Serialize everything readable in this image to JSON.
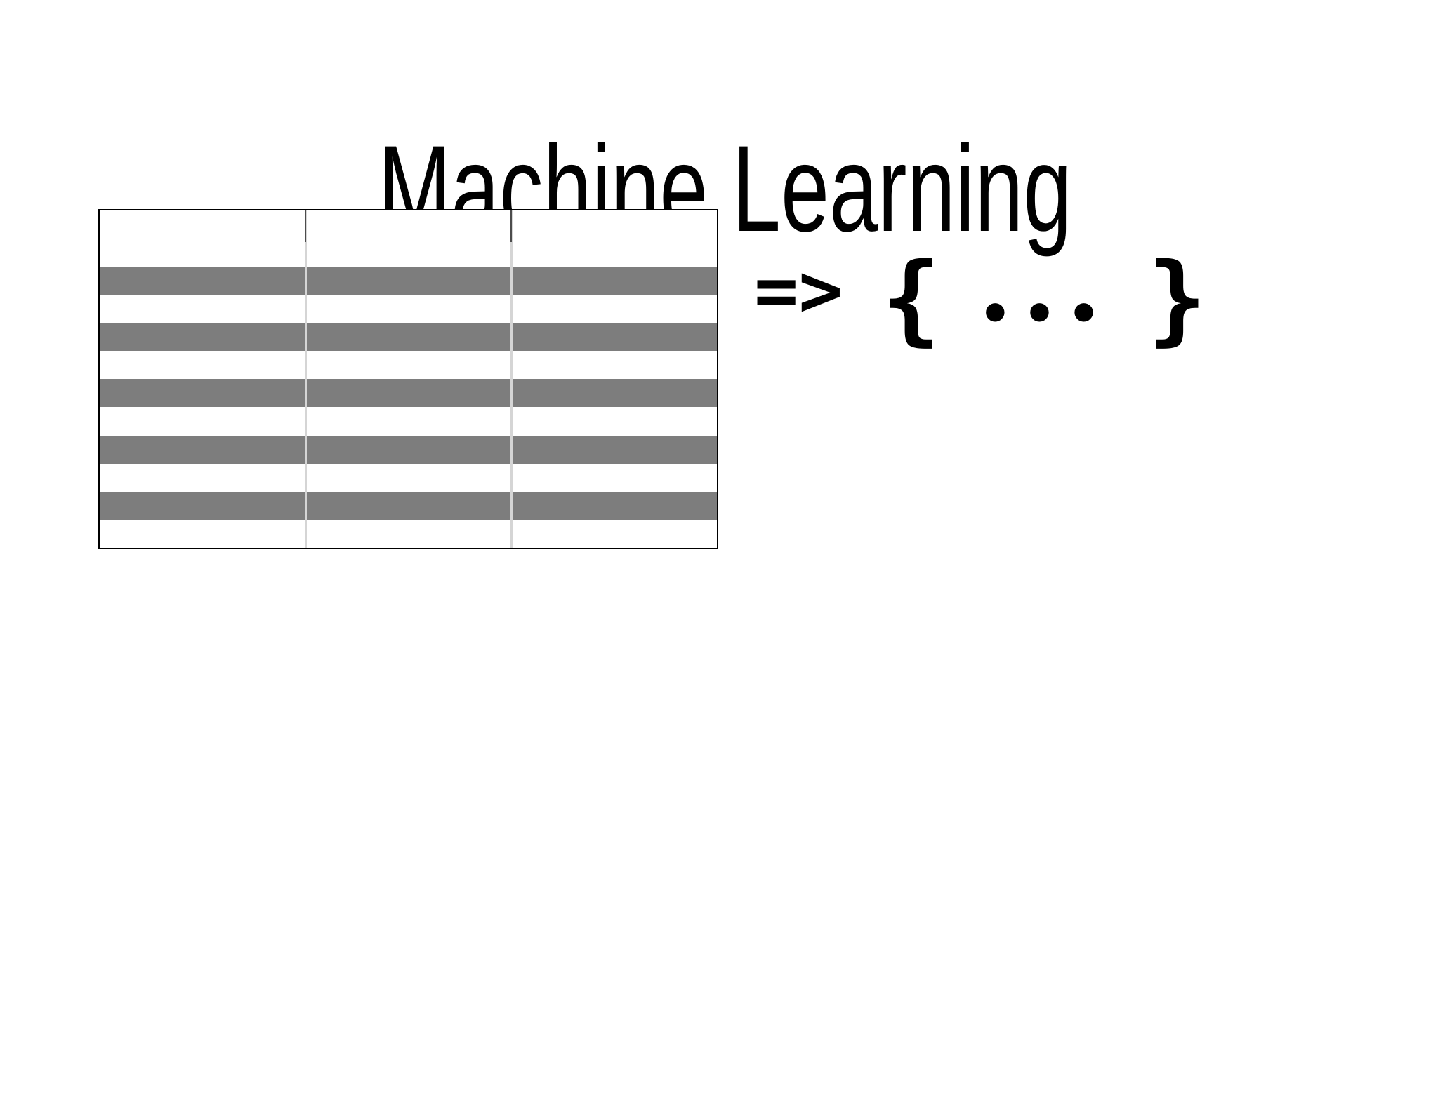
{
  "slide": {
    "title": "Machine Learning",
    "background": "#ffffff",
    "text_color": "#000000"
  },
  "expression": {
    "arrow": "=>",
    "open_brace": "{",
    "dots": "•••",
    "close_brace": "}",
    "color": "#000000"
  },
  "table": {
    "columns": 3,
    "header_row": {
      "fill": "white"
    },
    "body_rows": [
      {
        "fill": "gray"
      },
      {
        "fill": "white"
      },
      {
        "fill": "gray"
      },
      {
        "fill": "white"
      },
      {
        "fill": "gray"
      },
      {
        "fill": "white"
      },
      {
        "fill": "gray"
      },
      {
        "fill": "white"
      },
      {
        "fill": "gray"
      },
      {
        "fill": "white"
      }
    ],
    "colors": {
      "stripe": "#7d7d7d",
      "row_white": "#ffffff",
      "border": "#000000",
      "divider": "#d5d5d5",
      "divider_top_cap": "#4c4c4c"
    }
  }
}
